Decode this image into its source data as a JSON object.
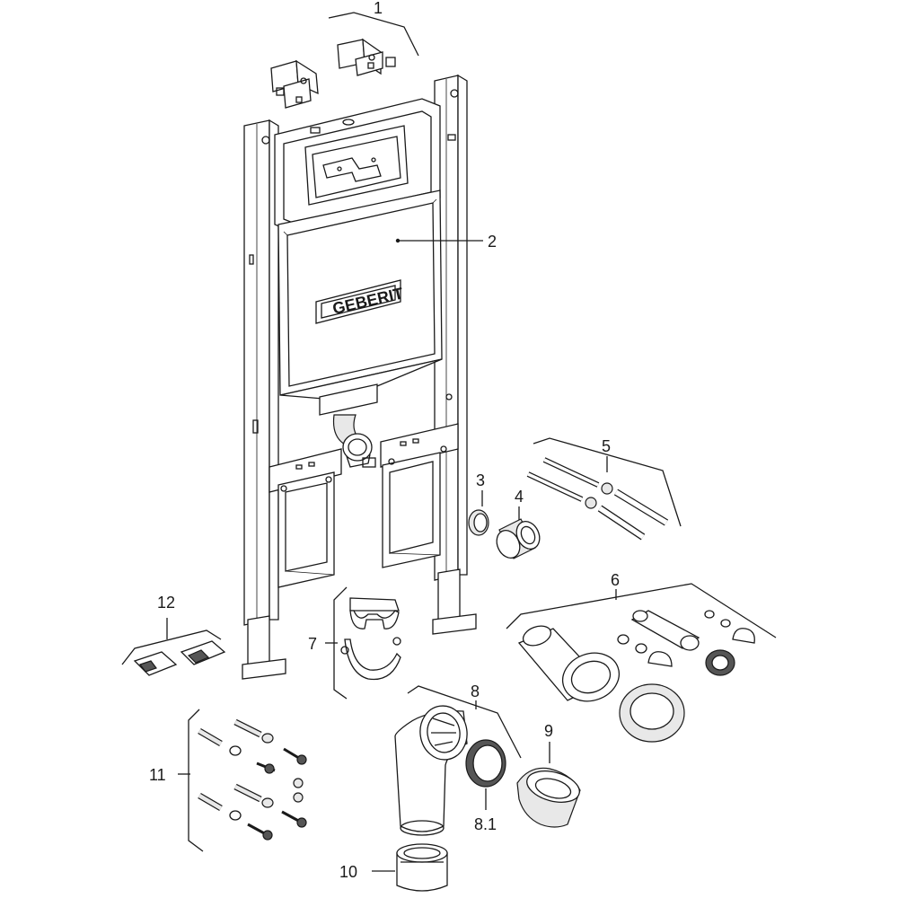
{
  "brand": "GEBERIT",
  "callouts": [
    {
      "id": "1",
      "label": "1"
    },
    {
      "id": "2",
      "label": "2"
    },
    {
      "id": "3",
      "label": "3"
    },
    {
      "id": "4",
      "label": "4"
    },
    {
      "id": "5",
      "label": "5"
    },
    {
      "id": "6",
      "label": "6"
    },
    {
      "id": "7",
      "label": "7"
    },
    {
      "id": "8",
      "label": "8"
    },
    {
      "id": "8.1",
      "label": "8.1"
    },
    {
      "id": "9",
      "label": "9"
    },
    {
      "id": "10",
      "label": "10"
    },
    {
      "id": "11",
      "label": "11"
    },
    {
      "id": "12",
      "label": "12"
    }
  ]
}
